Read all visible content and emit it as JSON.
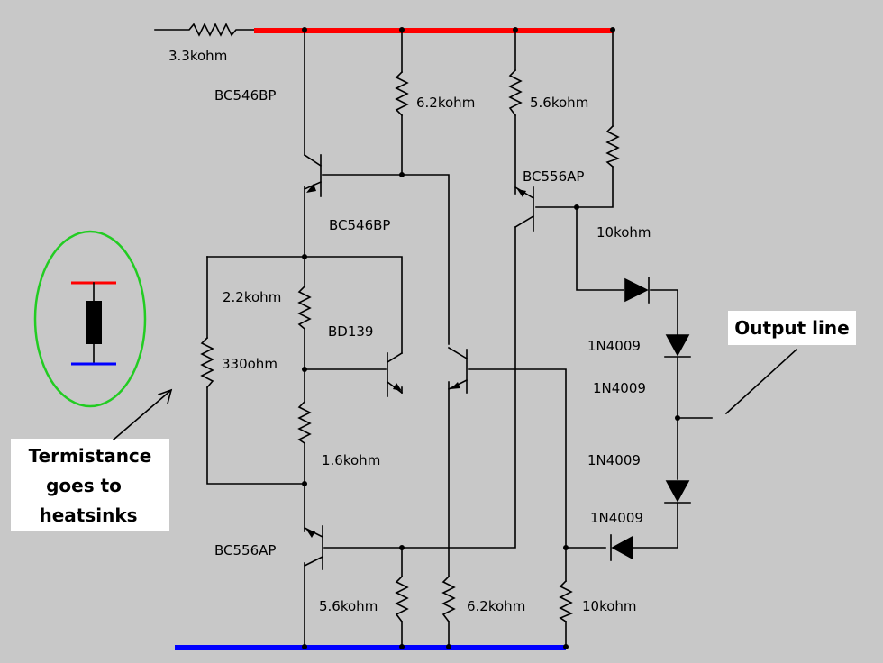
{
  "labels": {
    "r_input": "3.3kohm",
    "q1": "BC546BP",
    "r_62_top": "6.2kohm",
    "r_56_top": "5.6kohm",
    "q_right_top": "BC556AP",
    "q2": "BC546BP",
    "r_10k_top": "10kohm",
    "r_22": "2.2kohm",
    "q_bd139": "BD139",
    "r_330": "330ohm",
    "r_16": "1.6kohm",
    "d1": "1N4009",
    "d2": "1N4009",
    "d3": "1N4009",
    "d4": "1N4009",
    "q_bottom": "BC556AP",
    "r_56_bottom": "5.6kohm",
    "r_62_bottom": "6.2kohm",
    "r_10k_bottom": "10kohm"
  },
  "callouts": {
    "output": "Output line",
    "thermistor": [
      "Termistance",
      "goes to",
      "heatsinks"
    ]
  },
  "colors": {
    "background": "#c8c8c8",
    "positive_rail": "#ff0000",
    "negative_rail": "#0000ff",
    "highlight_ring": "#22cc22",
    "callout_box": "#ffffff"
  }
}
